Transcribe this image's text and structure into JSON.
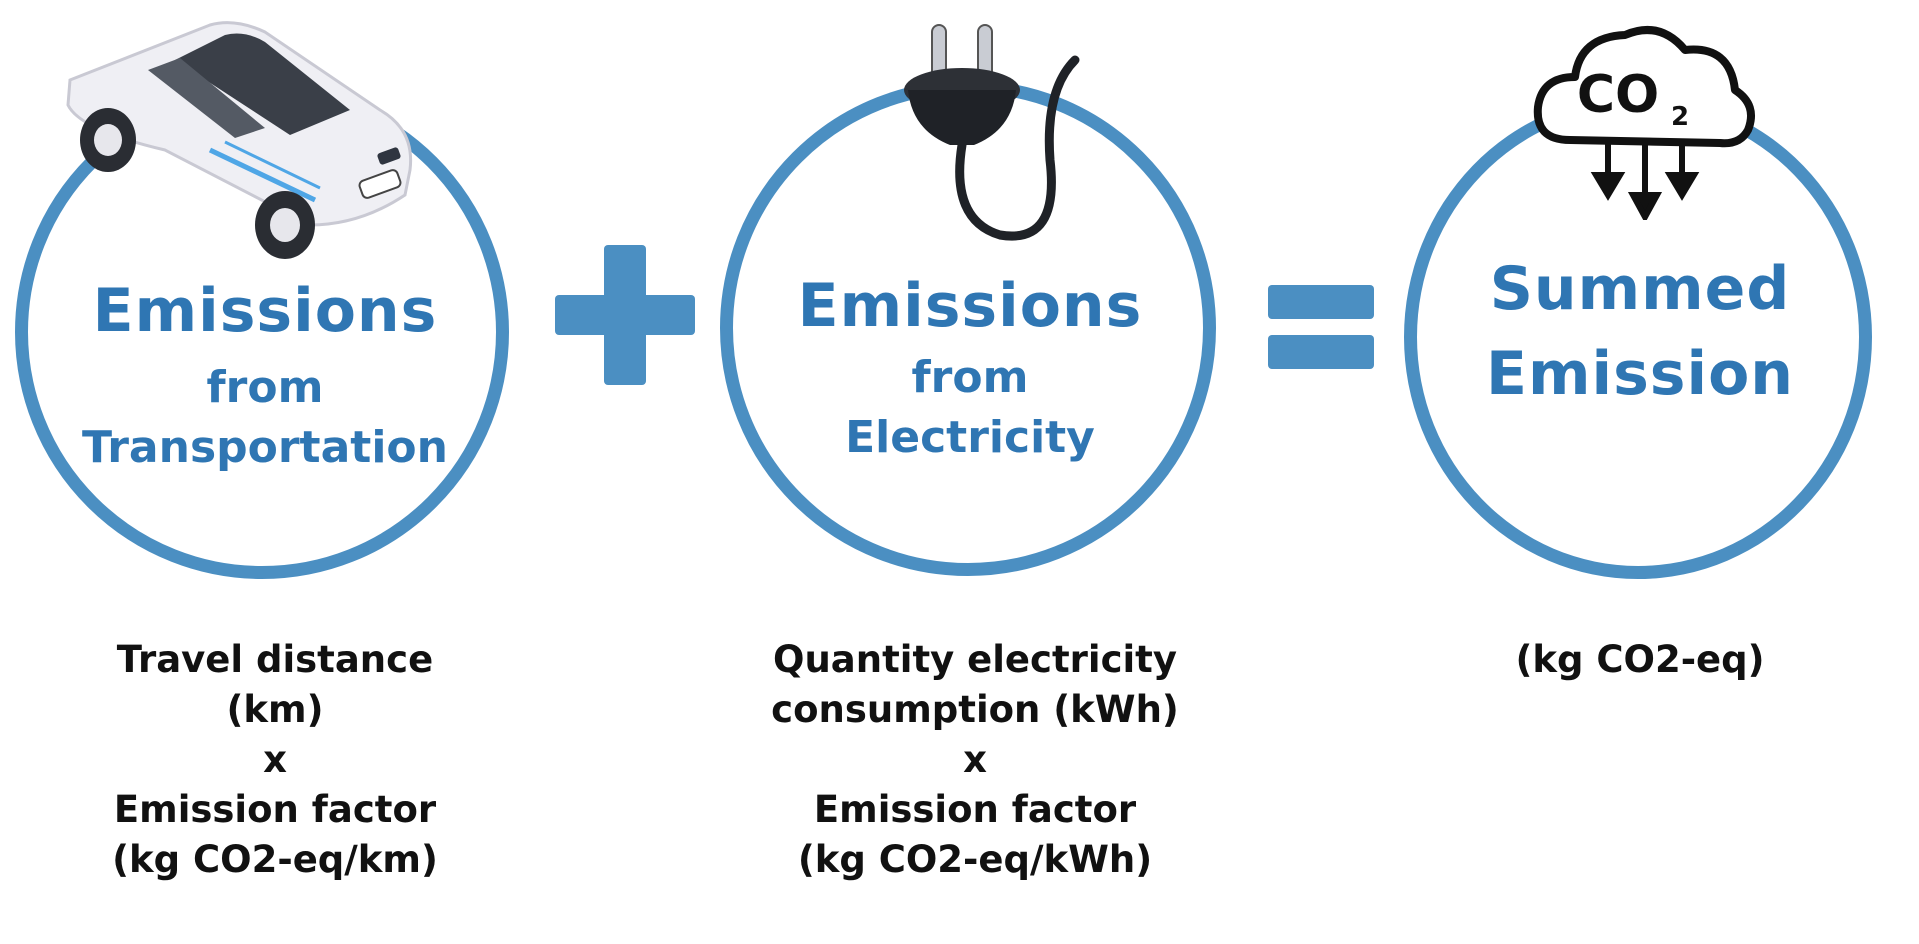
{
  "circles": [
    {
      "title_lines": [
        "Emissions",
        "from",
        "Transportation"
      ],
      "icon": "car-icon"
    },
    {
      "title_lines": [
        "Emissions",
        "from",
        "Electricity"
      ],
      "icon": "plug-icon"
    },
    {
      "title_lines": [
        "Summed",
        "Emission"
      ],
      "icon": "co2-cloud-icon",
      "icon_text": "CO",
      "icon_subscript": "2"
    }
  ],
  "operators": [
    "plus",
    "equals"
  ],
  "formulas": [
    [
      "Travel distance",
      "(km)",
      "x",
      "Emission factor",
      "(kg CO2-eq/km)"
    ],
    [
      "Quantity electricity",
      "consumption (kWh)",
      "x",
      "Emission factor",
      "(kg CO2-eq/kWh)"
    ],
    [
      "(kg CO2-eq)"
    ]
  ],
  "colors": {
    "accent": "#4b8fc2",
    "title": "#2f76b3",
    "formula_text": "#111111"
  }
}
